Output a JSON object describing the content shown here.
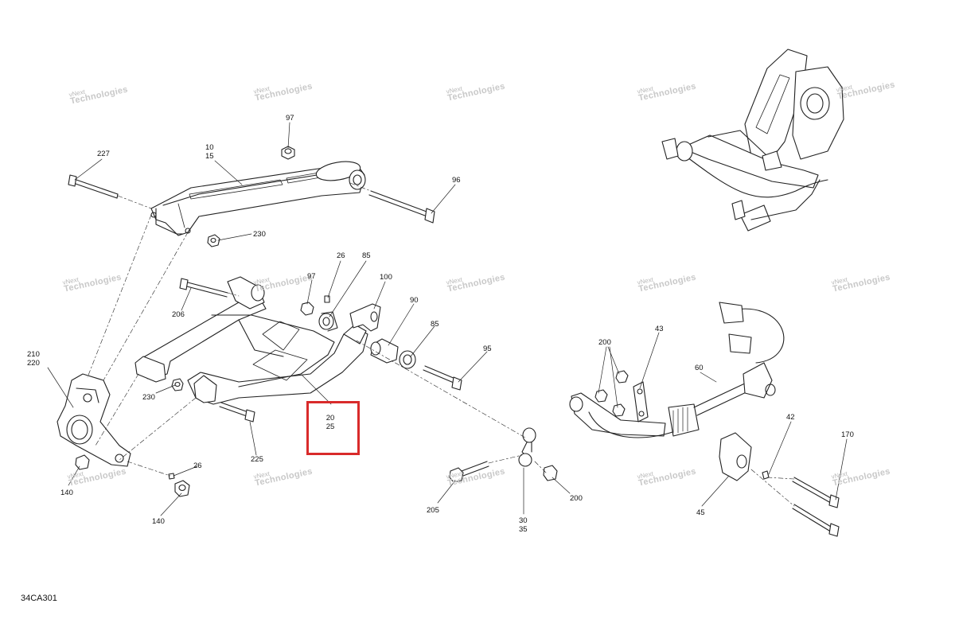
{
  "diagram_id": "34CA301",
  "watermark": {
    "line1": "vNext",
    "line2": "Technologies"
  },
  "highlighted_callout": "20\n25",
  "callouts": [
    {
      "id": "c227",
      "text": "227"
    },
    {
      "id": "c97a",
      "text": "97"
    },
    {
      "id": "c10",
      "text": "10\n15"
    },
    {
      "id": "c96",
      "text": "96"
    },
    {
      "id": "c230a",
      "text": "230"
    },
    {
      "id": "c26a",
      "text": "26"
    },
    {
      "id": "c85a",
      "text": "85"
    },
    {
      "id": "c97b",
      "text": "97"
    },
    {
      "id": "c100",
      "text": "100"
    },
    {
      "id": "c90",
      "text": "90"
    },
    {
      "id": "c85b",
      "text": "85"
    },
    {
      "id": "c95",
      "text": "95"
    },
    {
      "id": "c206",
      "text": "206"
    },
    {
      "id": "c210",
      "text": "210\n220"
    },
    {
      "id": "c230b",
      "text": "230"
    },
    {
      "id": "c225",
      "text": "225"
    },
    {
      "id": "c26b",
      "text": "26"
    },
    {
      "id": "c140a",
      "text": "140"
    },
    {
      "id": "c140b",
      "text": "140"
    },
    {
      "id": "c205",
      "text": "205"
    },
    {
      "id": "c30",
      "text": "30\n35"
    },
    {
      "id": "c200a",
      "text": "200"
    },
    {
      "id": "c200b",
      "text": "200"
    },
    {
      "id": "c43",
      "text": "43"
    },
    {
      "id": "c60",
      "text": "60"
    },
    {
      "id": "c42",
      "text": "42"
    },
    {
      "id": "c170",
      "text": "170"
    },
    {
      "id": "c45",
      "text": "45"
    }
  ]
}
